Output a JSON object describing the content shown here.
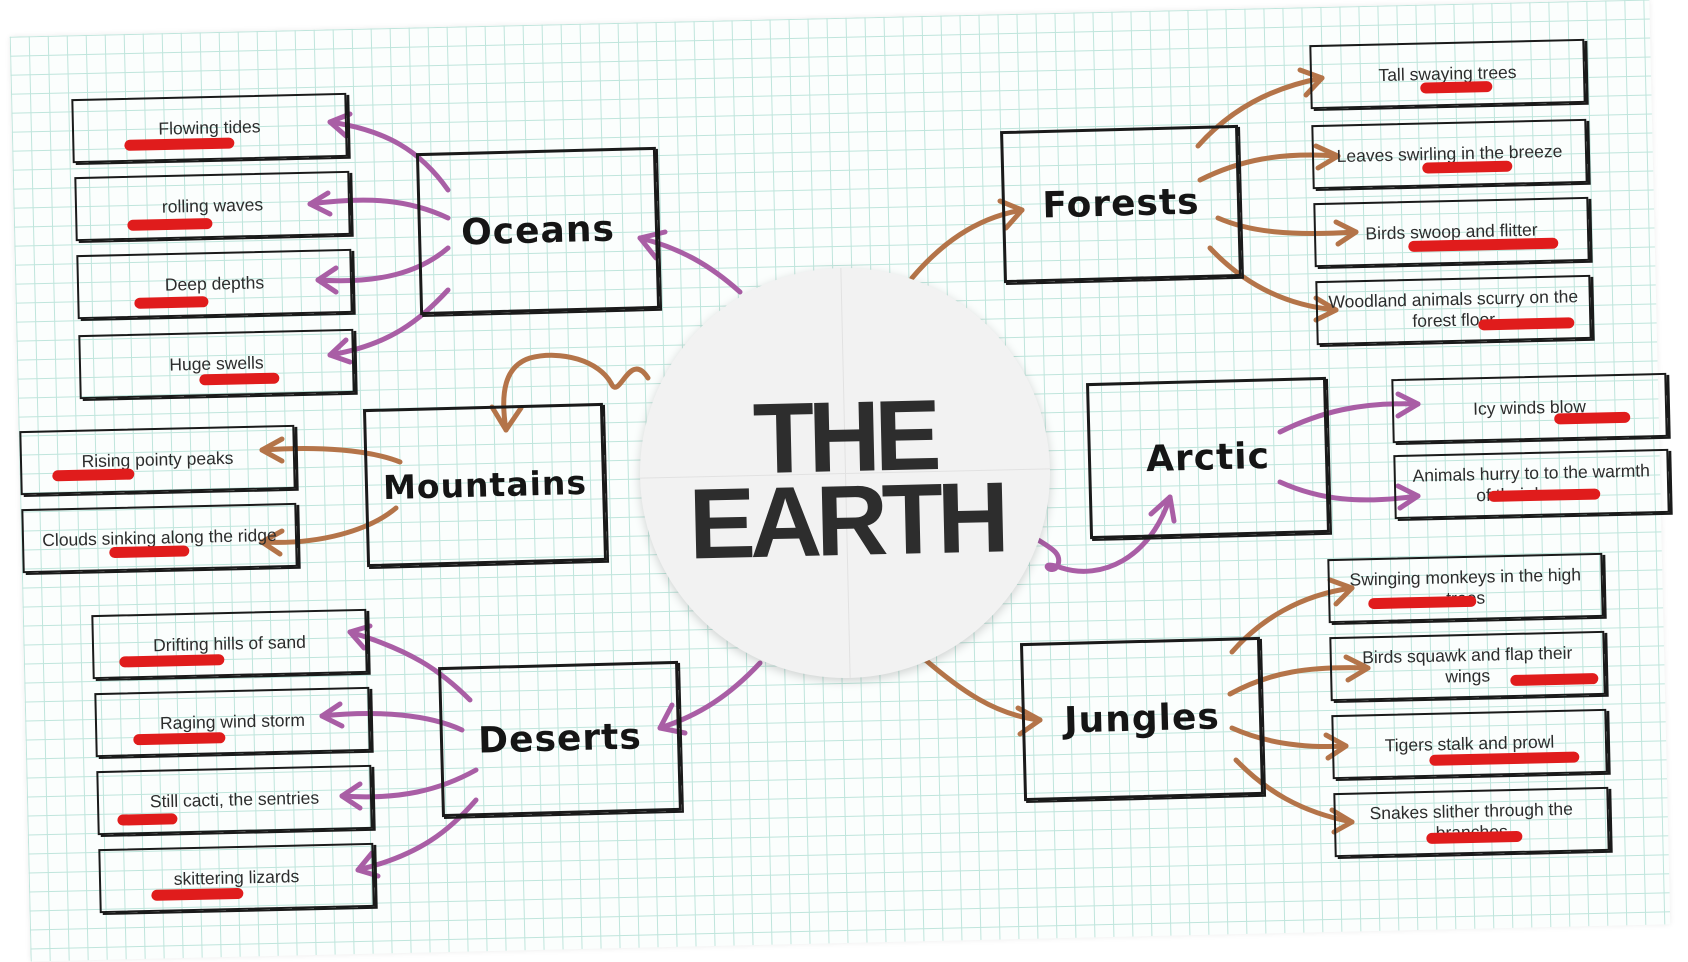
{
  "center": {
    "line1": "THE",
    "line2": "EARTH"
  },
  "colors": {
    "left_arrows": "#a95ea5",
    "right_arrows": "#b47449",
    "scribble": "#e01c1c",
    "grid": "#bfe5dc"
  },
  "categories": {
    "oceans": "Oceans",
    "mountains": "Mountains",
    "deserts": "Deserts",
    "forests": "Forests",
    "arctic": "Arctic",
    "jungles": "Jungles"
  },
  "phrases": {
    "oceans": [
      "Flowing tides",
      "rolling waves",
      "Deep depths",
      "Huge swells"
    ],
    "mountains": [
      "Rising pointy peaks",
      "Clouds sinking along the ridge"
    ],
    "deserts": [
      "Drifting hills of sand",
      "Raging wind storm",
      "Still cacti, the sentries",
      "skittering lizards"
    ],
    "forests": [
      "Tall swaying trees",
      "Leaves swirling in the breeze",
      "Birds swoop and flitter",
      "Woodland animals scurry on the forest floor"
    ],
    "arctic": [
      "Icy winds blow",
      "Animals hurry to to the warmth of their homes"
    ],
    "jungles": [
      "Swinging monkeys in the high trees",
      "Birds squawk and flap their wings",
      "Tigers stalk and prowl",
      "Snakes slither through the branches"
    ]
  }
}
